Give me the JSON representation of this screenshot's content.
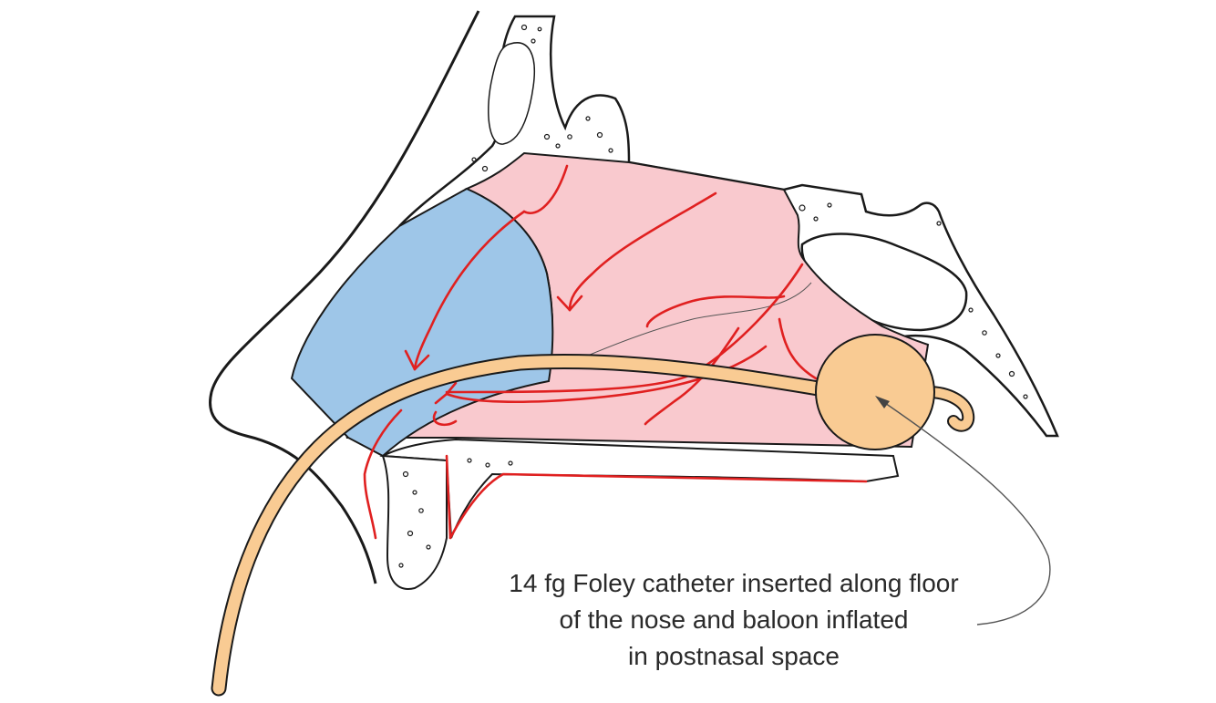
{
  "diagram": {
    "caption": {
      "lines": [
        "14 fg Foley catheter inserted along floor",
        "of the nose and baloon inflated",
        "in postnasal space"
      ]
    }
  },
  "colors": {
    "mucosa": "#f9c9ce",
    "septal_cartilage": "#9ec6e8",
    "vessels": "#e02020",
    "catheter": "#f9cb93",
    "outline": "#1a1a1a",
    "text": "#2a2a2a"
  }
}
